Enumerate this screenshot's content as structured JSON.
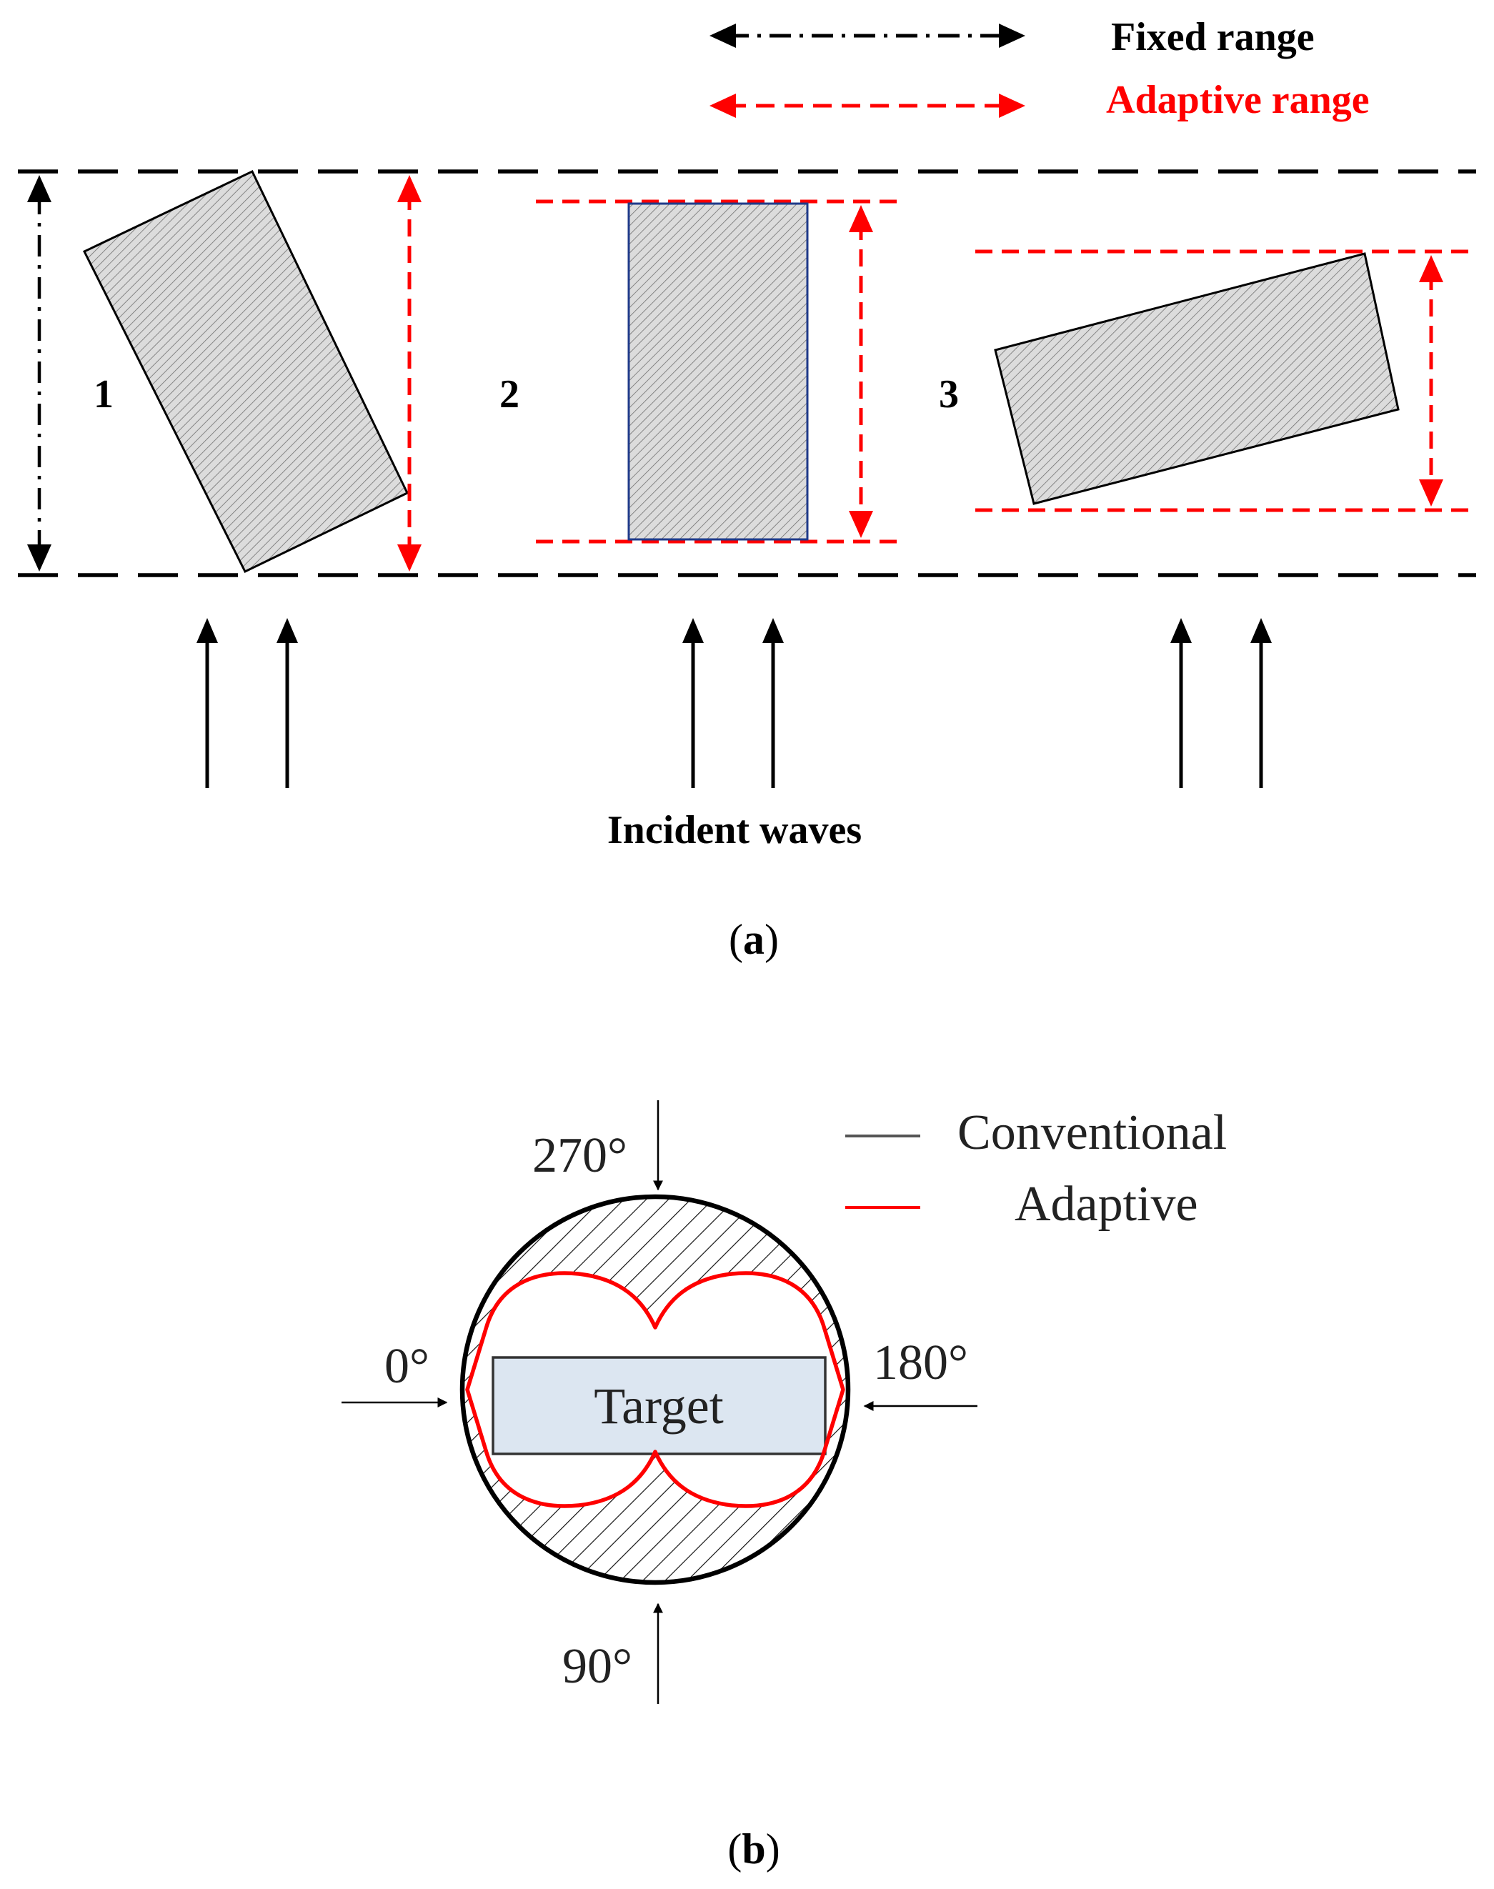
{
  "legend_a": {
    "fixed_label": "Fixed range",
    "adaptive_label": "Adaptive range"
  },
  "panel_a": {
    "object_1_label": "1",
    "object_2_label": "2",
    "object_3_label": "3",
    "waves_label": "Incident waves",
    "caption_open": "(",
    "caption_letter": "a",
    "caption_close": ")"
  },
  "legend_b": {
    "conventional_label": "Conventional",
    "adaptive_label": "Adaptive"
  },
  "panel_b": {
    "angle_270": "270°",
    "angle_0": "0°",
    "angle_180": "180°",
    "angle_90": "90°",
    "target_label": "Target",
    "caption_open": "(",
    "caption_letter": "b",
    "caption_close": ")"
  },
  "colors": {
    "adaptive": "#ff0000",
    "fixed": "#000000",
    "target_fill": "#dce6f1",
    "object_fill": "#d9d9d9",
    "object2_border": "#1f3a8a"
  }
}
